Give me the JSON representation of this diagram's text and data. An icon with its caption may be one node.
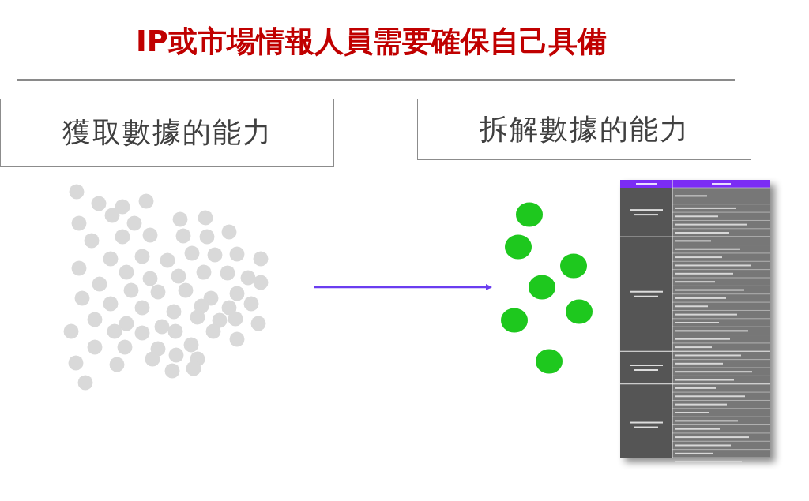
{
  "diagram": {
    "title": "IP或市場情報人員需要確保自己具備",
    "nodes": [
      {
        "text": [
          "獲取數據的能力"
        ]
      },
      {
        "text": [
          "拆解數據的能力"
        ]
      },
      {
        "text": [],
        "shape": "picture"
      },
      {
        "text": [],
        "shape": "picture"
      }
    ],
    "edges": [
      {
        "from": 2,
        "to": 3,
        "arrow": "to",
        "color": "#6a3df0"
      }
    ]
  }
}
